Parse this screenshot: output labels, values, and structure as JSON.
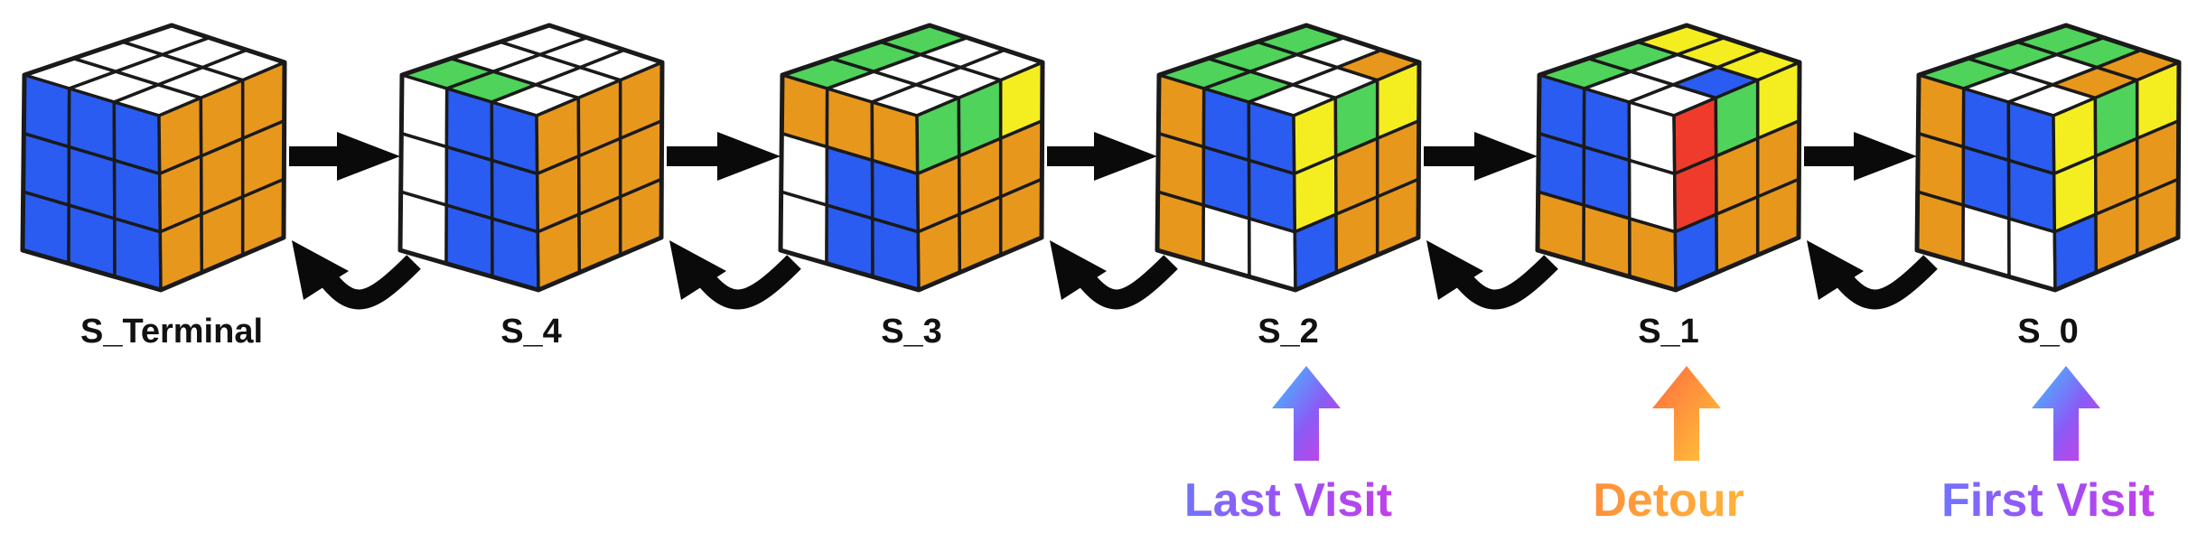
{
  "colors": {
    "B": "#2a5cf2",
    "O": "#e8971d",
    "W": "#ffffff",
    "G": "#4fd35b",
    "Y": "#f4ee21",
    "R": "#ef3b2c"
  },
  "states": [
    {
      "label": "S_Terminal",
      "top": [
        "W",
        "W",
        "W",
        "W",
        "W",
        "W",
        "W",
        "W",
        "W"
      ],
      "left": [
        "B",
        "B",
        "B",
        "B",
        "B",
        "B",
        "B",
        "B",
        "B"
      ],
      "right": [
        "O",
        "O",
        "O",
        "O",
        "O",
        "O",
        "O",
        "O",
        "O"
      ]
    },
    {
      "label": "S_4",
      "top": [
        "G",
        "W",
        "W",
        "G",
        "W",
        "W",
        "W",
        "W",
        "W"
      ],
      "left": [
        "W",
        "B",
        "B",
        "W",
        "B",
        "B",
        "W",
        "B",
        "B"
      ],
      "right": [
        "O",
        "O",
        "O",
        "O",
        "O",
        "O",
        "O",
        "O",
        "O"
      ]
    },
    {
      "label": "S_3",
      "top": [
        "G",
        "G",
        "G",
        "W",
        "W",
        "W",
        "W",
        "W",
        "W"
      ],
      "left": [
        "O",
        "O",
        "O",
        "W",
        "B",
        "B",
        "W",
        "B",
        "B"
      ],
      "right": [
        "G",
        "G",
        "Y",
        "O",
        "O",
        "O",
        "O",
        "O",
        "O"
      ]
    },
    {
      "label": "S_2",
      "top": [
        "G",
        "G",
        "G",
        "G",
        "W",
        "W",
        "W",
        "W",
        "O"
      ],
      "left": [
        "O",
        "B",
        "B",
        "O",
        "B",
        "B",
        "O",
        "W",
        "W"
      ],
      "right": [
        "Y",
        "G",
        "Y",
        "Y",
        "O",
        "O",
        "B",
        "O",
        "O"
      ]
    },
    {
      "label": "S_1",
      "top": [
        "G",
        "G",
        "Y",
        "W",
        "W",
        "Y",
        "W",
        "B",
        "Y"
      ],
      "left": [
        "B",
        "B",
        "W",
        "B",
        "B",
        "W",
        "O",
        "O",
        "O"
      ],
      "right": [
        "R",
        "G",
        "Y",
        "R",
        "O",
        "O",
        "B",
        "O",
        "O"
      ]
    },
    {
      "label": "S_0",
      "top": [
        "G",
        "G",
        "G",
        "W",
        "W",
        "G",
        "W",
        "O",
        "O"
      ],
      "left": [
        "O",
        "B",
        "B",
        "O",
        "B",
        "B",
        "O",
        "W",
        "W"
      ],
      "right": [
        "Y",
        "G",
        "Y",
        "Y",
        "O",
        "O",
        "B",
        "O",
        "O"
      ]
    }
  ],
  "annotations": [
    {
      "state": "S_2",
      "text": "Last Visit",
      "style": "blue"
    },
    {
      "state": "S_1",
      "text": "Detour",
      "style": "orange"
    },
    {
      "state": "S_0",
      "text": "First Visit",
      "style": "blue"
    }
  ]
}
